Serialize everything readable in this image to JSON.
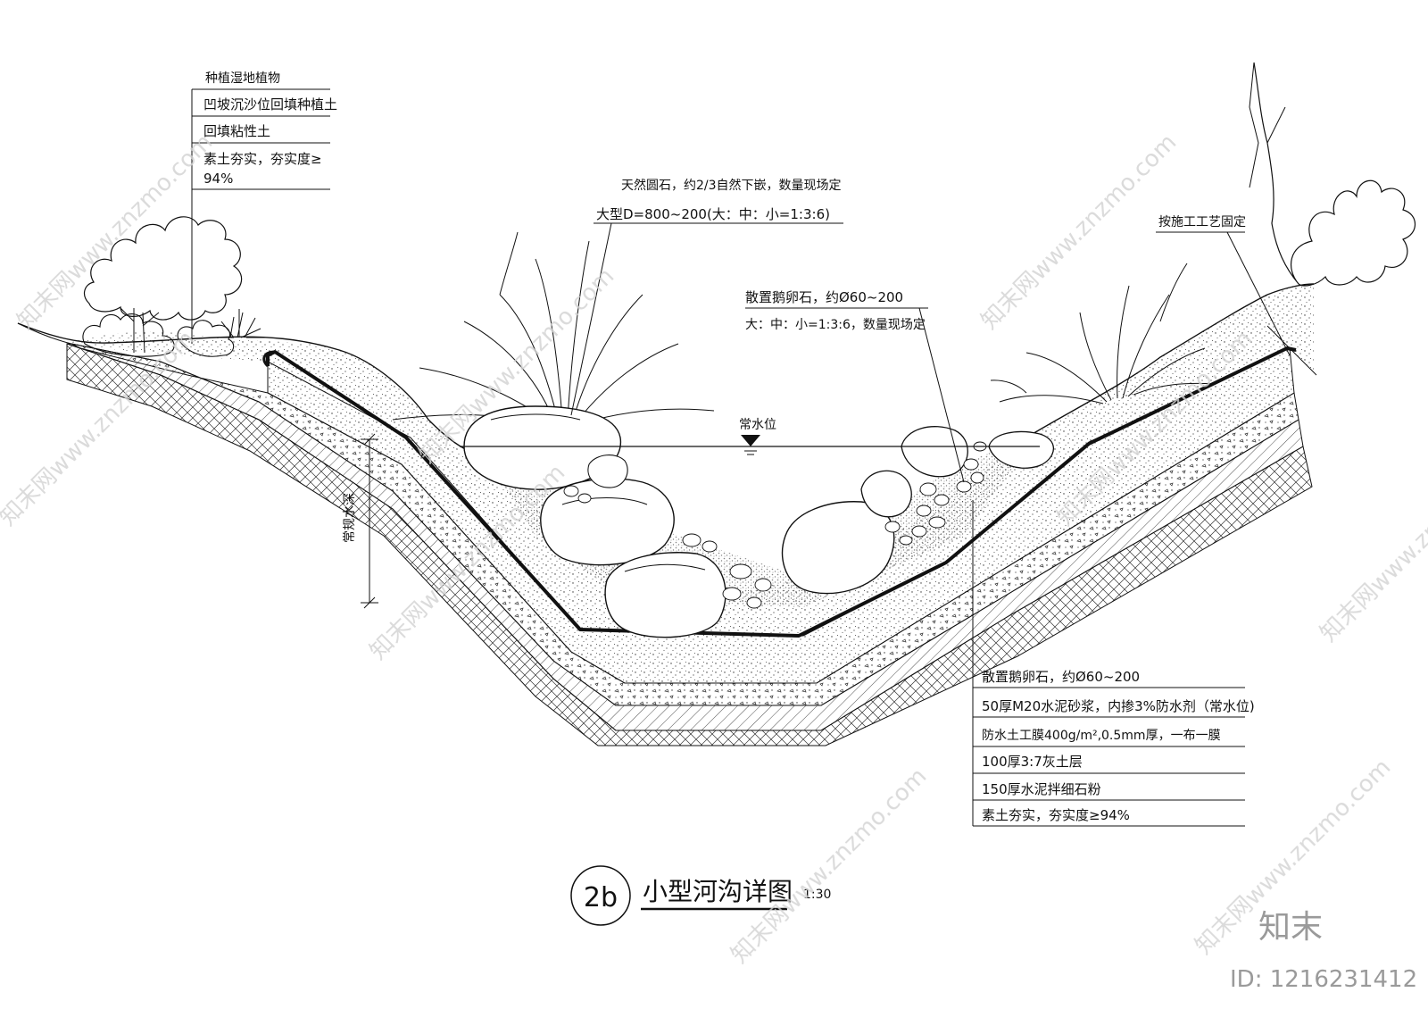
{
  "left_labels": {
    "top": "种植湿地植物",
    "rows": [
      "凹坡沉沙位回填种植土",
      "回填粘性土",
      "素土夯实，夯实度≥",
      "94%"
    ]
  },
  "boulder_note": {
    "line1": "天然圆石，约2/3自然下嵌，数量现场定",
    "line2": "大型D=800~200(大：中：小=1:3:6)"
  },
  "pebble_note": {
    "line1": "散置鹅卵石，约Ø60~200",
    "line2": "大：中：小=1:3:6，数量现场定"
  },
  "right_top_note": "按施工工艺固定",
  "water_level": "常水位",
  "depth_label": "常规水深",
  "layers": {
    "top": "散置鹅卵石，约Ø60~200",
    "rows": [
      "50厚M20水泥砂浆，内掺3%防水剂（常水位)",
      "防水土工膜400g/m²,0.5mm厚，一布一膜",
      "100厚3:7灰土层",
      "150厚水泥拌细石粉",
      "素土夯实，夯实度≥94%"
    ]
  },
  "title": {
    "mark": "2b",
    "text": "小型河沟详图",
    "scale": "1:30"
  },
  "brand": {
    "logo": "知末",
    "id": "ID: 1216231412"
  },
  "watermark": "知末网www.znzmo.com"
}
